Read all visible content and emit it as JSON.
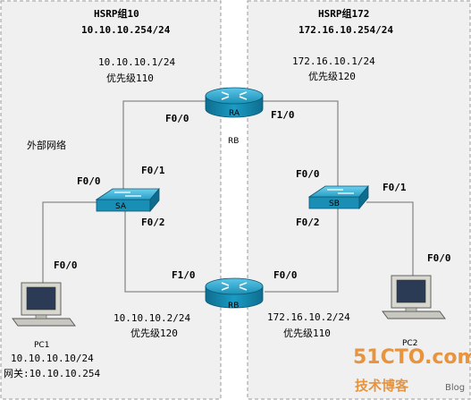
{
  "groups": {
    "left": {
      "title": "HSRP组10",
      "vip": "10.10.10.254/24"
    },
    "right": {
      "title": "HSRP组172",
      "vip": "172.16.10.254/24"
    }
  },
  "routers": {
    "ra": {
      "label": "RA",
      "below_label": "RB",
      "left_ip": "10.10.10.1/24",
      "left_pri": "优先级110",
      "right_ip": "172.16.10.1/24",
      "right_pri": "优先级120"
    },
    "rb": {
      "label": "RB",
      "left_ip": "10.10.10.2/24",
      "left_pri": "优先级120",
      "right_ip": "172.16.10.2/24",
      "right_pri": "优先级110"
    }
  },
  "switches": {
    "sa": "SA",
    "sb": "SB"
  },
  "pcs": {
    "pc1": {
      "label": "PC1",
      "ip": "10.10.10.10/24",
      "gw": "网关:10.10.10.254"
    },
    "pc2": {
      "label": "PC2"
    }
  },
  "external": "外部网络",
  "interfaces": {
    "ra_f00": "F0/0",
    "ra_f10": "F1/0",
    "rb_f10": "F1/0",
    "rb_f00": "F0/0",
    "sa_f00": "F0/0",
    "sa_f01": "F0/1",
    "sa_f02": "F0/2",
    "sb_f00": "F0/0",
    "sb_f01": "F0/1",
    "sb_f02": "F0/2",
    "pc1_f00": "F0/0",
    "pc2_f00": "F0/0"
  },
  "watermark": {
    "site": "51CTO.com",
    "sub": "技术博客",
    "blog": "Blog"
  },
  "colors": {
    "panel_bg": "#f0f0f0",
    "router": "#1a8fb5",
    "switch": "#1a8fb5",
    "links": "#8a8a8a"
  }
}
